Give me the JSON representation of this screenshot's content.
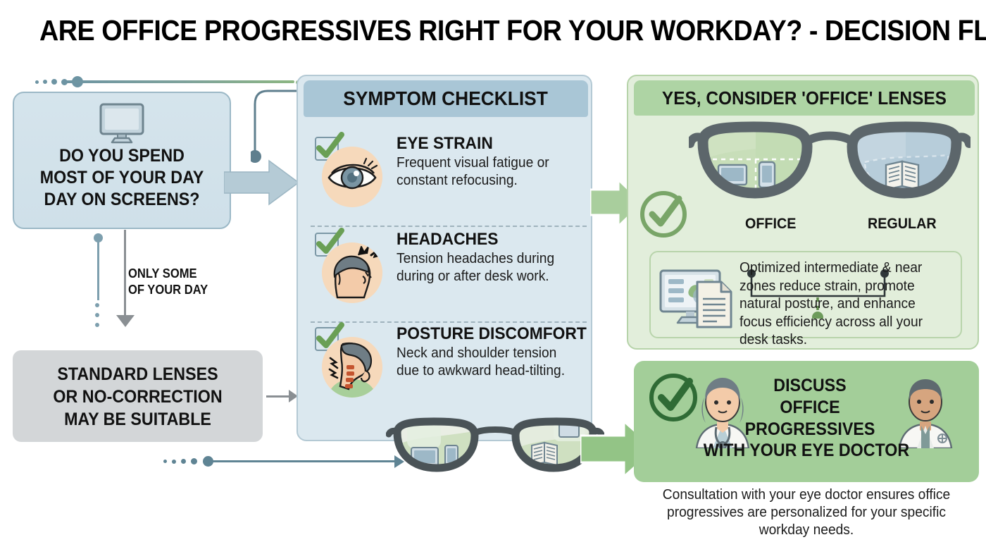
{
  "title": "ARE OFFICE PROGRESSIVES RIGHT FOR YOUR WORKDAY? - DECISION FLOWCHART",
  "decision": {
    "text": "DO YOU SPEND\nMOST OF YOUR DAY\nDAY ON SCREENS?",
    "line1": "DO YOU SPEND",
    "line2": "MOST OF YOUR DAY",
    "line3": "DAY ON SCREENS?",
    "icon": "monitor-icon"
  },
  "branch_label": {
    "line1": "ONLY SOME",
    "line2": "OF YOUR DAY"
  },
  "standard": {
    "line1": "STANDARD LENSES",
    "line2": "OR NO-CORRECTION",
    "line3": "MAY BE SUITABLE"
  },
  "checklist": {
    "header": "SYMPTOM CHECKLIST",
    "items": [
      {
        "title": "EYE STRAIN",
        "desc": "Frequent visual fatigue or constant refocusing.",
        "icon": "eye-icon",
        "checked": true
      },
      {
        "title": "HEADACHES",
        "desc": "Tension headaches during during or after desk work.",
        "icon": "headache-icon",
        "checked": true
      },
      {
        "title": "POSTURE DISCOMFORT",
        "desc": "Neck and shoulder tension due to awkward head-tilting.",
        "icon": "neck-pain-icon",
        "checked": true
      }
    ]
  },
  "yes_panel": {
    "header": "YES, CONSIDER 'OFFICE' LENSES",
    "lens_left_label": "OFFICE",
    "lens_right_label": "REGULAR",
    "benefit_text": "Optimized intermediate & near zones reduce strain, promote natural posture, and enhance focus efficiency across all your desk tasks."
  },
  "doctor_panel": {
    "line1": "DISCUSS",
    "line2": "OFFICE",
    "line3": "PROGRESSIVES",
    "line4": "WITH YOUR EYE DOCTOR",
    "footnote": "Consultation with your eye doctor ensures office progressives are personalized for your specific workday needs."
  },
  "colors": {
    "blue_header": "#a9c6d6",
    "blue_panel": "#dbe8ef",
    "decision_box": "#d5e4ec",
    "gray_box": "#d3d6d8",
    "green_header": "#aed4a4",
    "green_panel": "#e2eedb",
    "green_solid": "#a3ce99",
    "check_green": "#6a9f55",
    "connector_blue": "#5f8494",
    "connector_gray": "#8a8f93",
    "skin_circle": "#f6d9bb",
    "frame_dark": "#4a5357"
  }
}
